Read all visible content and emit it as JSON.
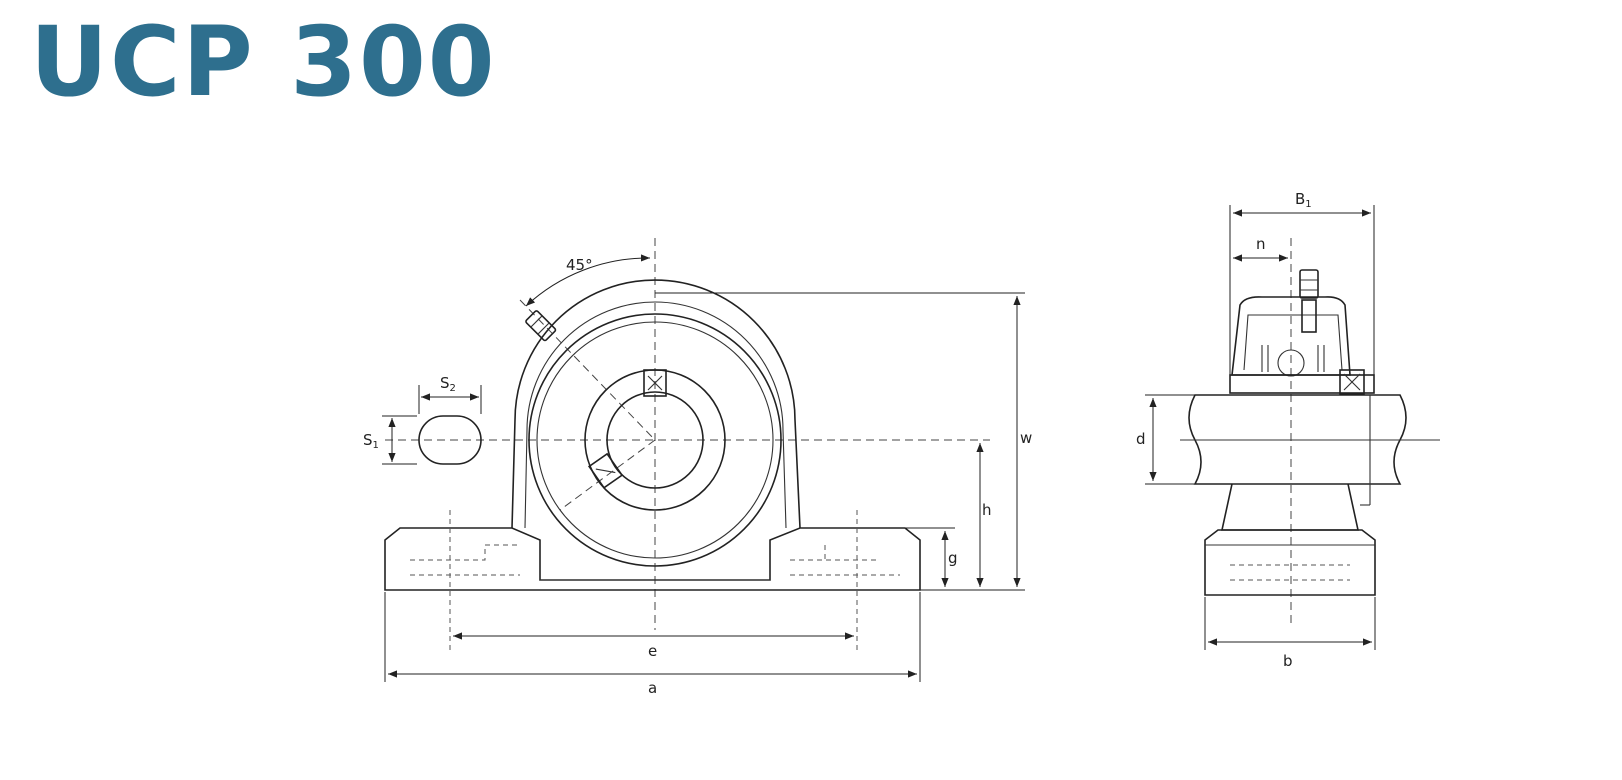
{
  "title": "UCP 300",
  "colors": {
    "title": "#2e6f8e",
    "line": "#222222"
  },
  "labels": {
    "angle": "45°",
    "s2_main": "S",
    "s2_sub": "2",
    "s1_main": "S",
    "s1_sub": "1",
    "w": "w",
    "h": "h",
    "g": "g",
    "e": "e",
    "a": "a",
    "b1_main": "B",
    "b1_sub": "1",
    "n": "n",
    "d": "d",
    "b": "b"
  }
}
